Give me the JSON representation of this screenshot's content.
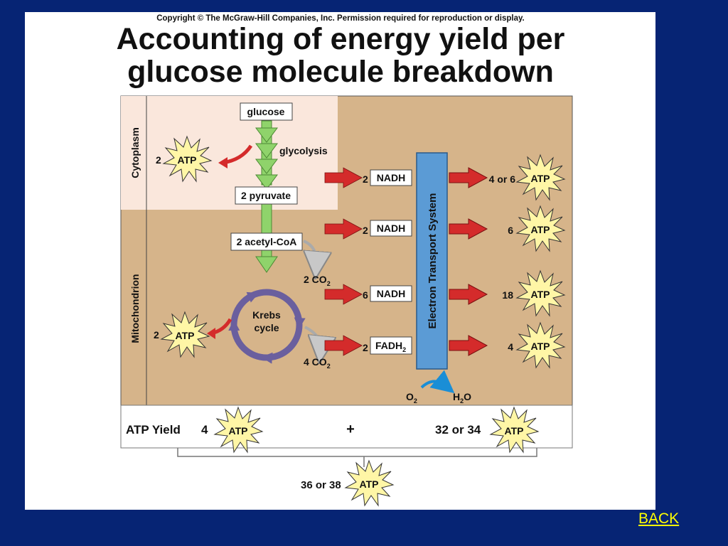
{
  "copyright": "Copyright © The McGraw-Hill Companies, Inc. Permission required for reproduction or display.",
  "title_line1": "Accounting of energy yield per",
  "title_line2": "glucose molecule breakdown",
  "regions": {
    "cytoplasm": "Cytoplasm",
    "mitochondrion": "Mitochondrion"
  },
  "pathway": {
    "glucose": "glucose",
    "glycolysis": "glycolysis",
    "pyruvate": "2 pyruvate",
    "acetyl_coa": "2 acetyl-CoA"
  },
  "krebs": {
    "line1": "Krebs",
    "line2": "cycle"
  },
  "co2": {
    "first": {
      "coef": "2 CO",
      "sub": "2"
    },
    "second": {
      "coef": "4 CO",
      "sub": "2"
    }
  },
  "carriers": [
    {
      "count": "2",
      "name": "NADH",
      "sub": ""
    },
    {
      "count": "2",
      "name": "NADH",
      "sub": ""
    },
    {
      "count": "6",
      "name": "NADH",
      "sub": ""
    },
    {
      "count": "2",
      "name": "FADH",
      "sub": "2"
    }
  ],
  "electron_transport": "Electron Transport System",
  "ets_yields": [
    "4 or 6",
    "6",
    "18",
    "4"
  ],
  "side_atp": {
    "glycolysis": "2",
    "krebs": "2"
  },
  "atp_label": "ATP",
  "water": {
    "o": "O",
    "o_sub": "2",
    "h": "H",
    "h_sub": "2",
    "h_tail": "O"
  },
  "yield_row": {
    "label": "ATP Yield",
    "left": "4",
    "plus": "+",
    "right": "32 or 34"
  },
  "total": "36 or 38",
  "colors": {
    "background": "#062474",
    "tan": "#d6b48a",
    "cytoplasm_pink": "#fae7dc",
    "ets_blue": "#5b9bd5",
    "arrow_red": "#d42b2b",
    "arrow_green": "#8fd36b",
    "krebs_purple": "#6a5f9e",
    "atp_burst": "#fff6a6",
    "link_yellow": "#ffff00"
  },
  "back_link": "BACK"
}
